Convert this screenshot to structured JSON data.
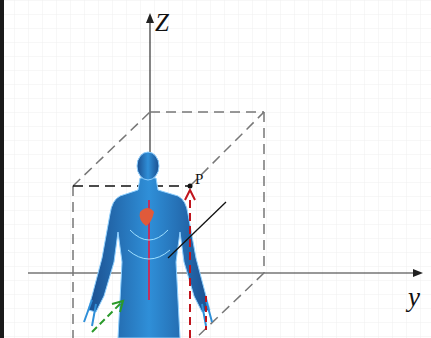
{
  "diagram": {
    "labels": [
      "Z",
      "P",
      "y"
    ]
  }
}
